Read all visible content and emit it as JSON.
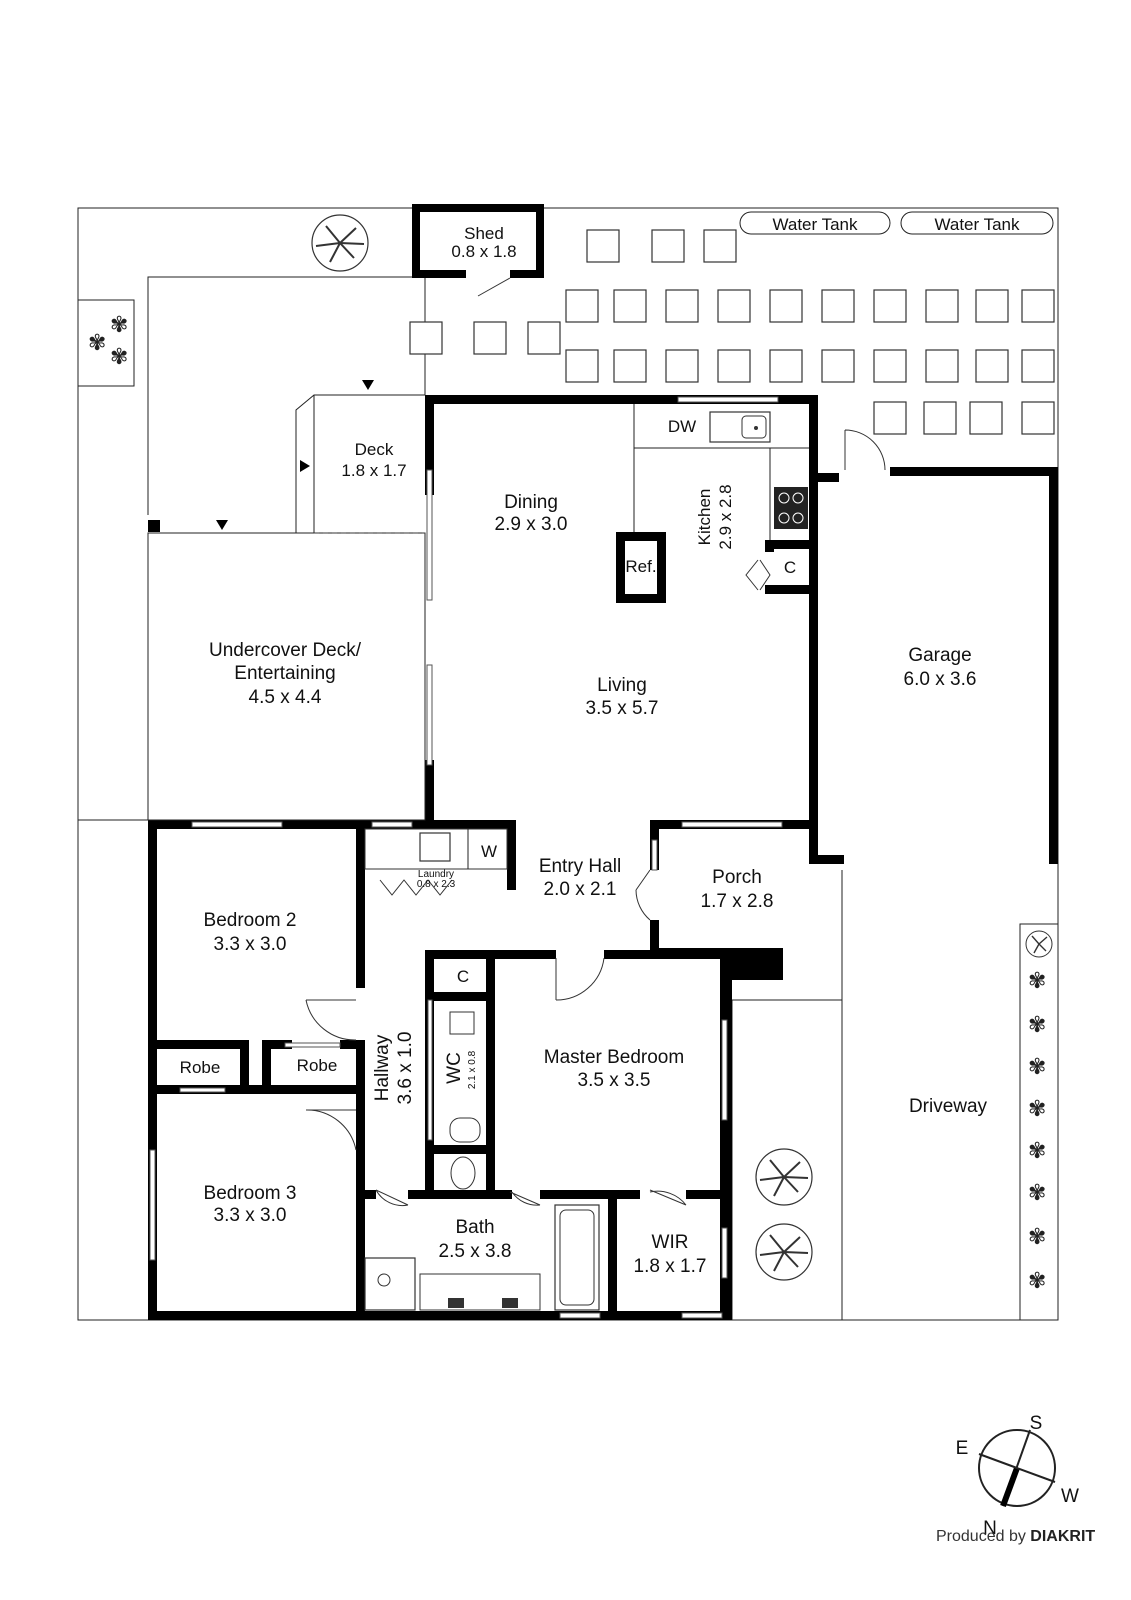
{
  "rooms": {
    "shed": {
      "name": "Shed",
      "dims": "0.8 x 1.8"
    },
    "deck": {
      "name": "Deck",
      "dims": "1.8 x 1.7"
    },
    "dining": {
      "name": "Dining",
      "dims": "2.9 x 3.0"
    },
    "kitchen": {
      "name": "Kitchen",
      "dims": "2.9 x 2.8"
    },
    "undercover": {
      "name_line1": "Undercover Deck/",
      "name_line2": "Entertaining",
      "dims": "4.5 x 4.4"
    },
    "living": {
      "name": "Living",
      "dims": "3.5 x 5.7"
    },
    "garage": {
      "name": "Garage",
      "dims": "6.0 x 3.6"
    },
    "entry_hall": {
      "name": "Entry Hall",
      "dims": "2.0 x 2.1"
    },
    "porch": {
      "name": "Porch",
      "dims": "1.7 x 2.8"
    },
    "laundry": {
      "name": "Laundry",
      "dims": "0.8 x 2.3"
    },
    "bedroom2": {
      "name": "Bedroom 2",
      "dims": "3.3 x 3.0"
    },
    "bedroom3": {
      "name": "Bedroom 3",
      "dims": "3.3 x 3.0"
    },
    "hallway": {
      "name": "Hallway",
      "dims": "3.6 x 1.0"
    },
    "wc": {
      "name": "WC",
      "dims": "2.1 x 0.8"
    },
    "master": {
      "name": "Master Bedroom",
      "dims": "3.5 x 3.5"
    },
    "bath": {
      "name": "Bath",
      "dims": "2.5 x 3.8"
    },
    "wir": {
      "name": "WIR",
      "dims": "1.8 x 1.7"
    },
    "driveway": {
      "name": "Driveway"
    }
  },
  "fixtures": {
    "water_tank": "Water Tank",
    "dishwasher": "DW",
    "fridge": "Ref.",
    "cupboard": "C",
    "washer": "W",
    "robe": "Robe"
  },
  "compass": {
    "n": "N",
    "s": "S",
    "e": "E",
    "w": "W"
  },
  "credit": {
    "prefix": "Produced by",
    "brand": "DIAKRIT"
  }
}
